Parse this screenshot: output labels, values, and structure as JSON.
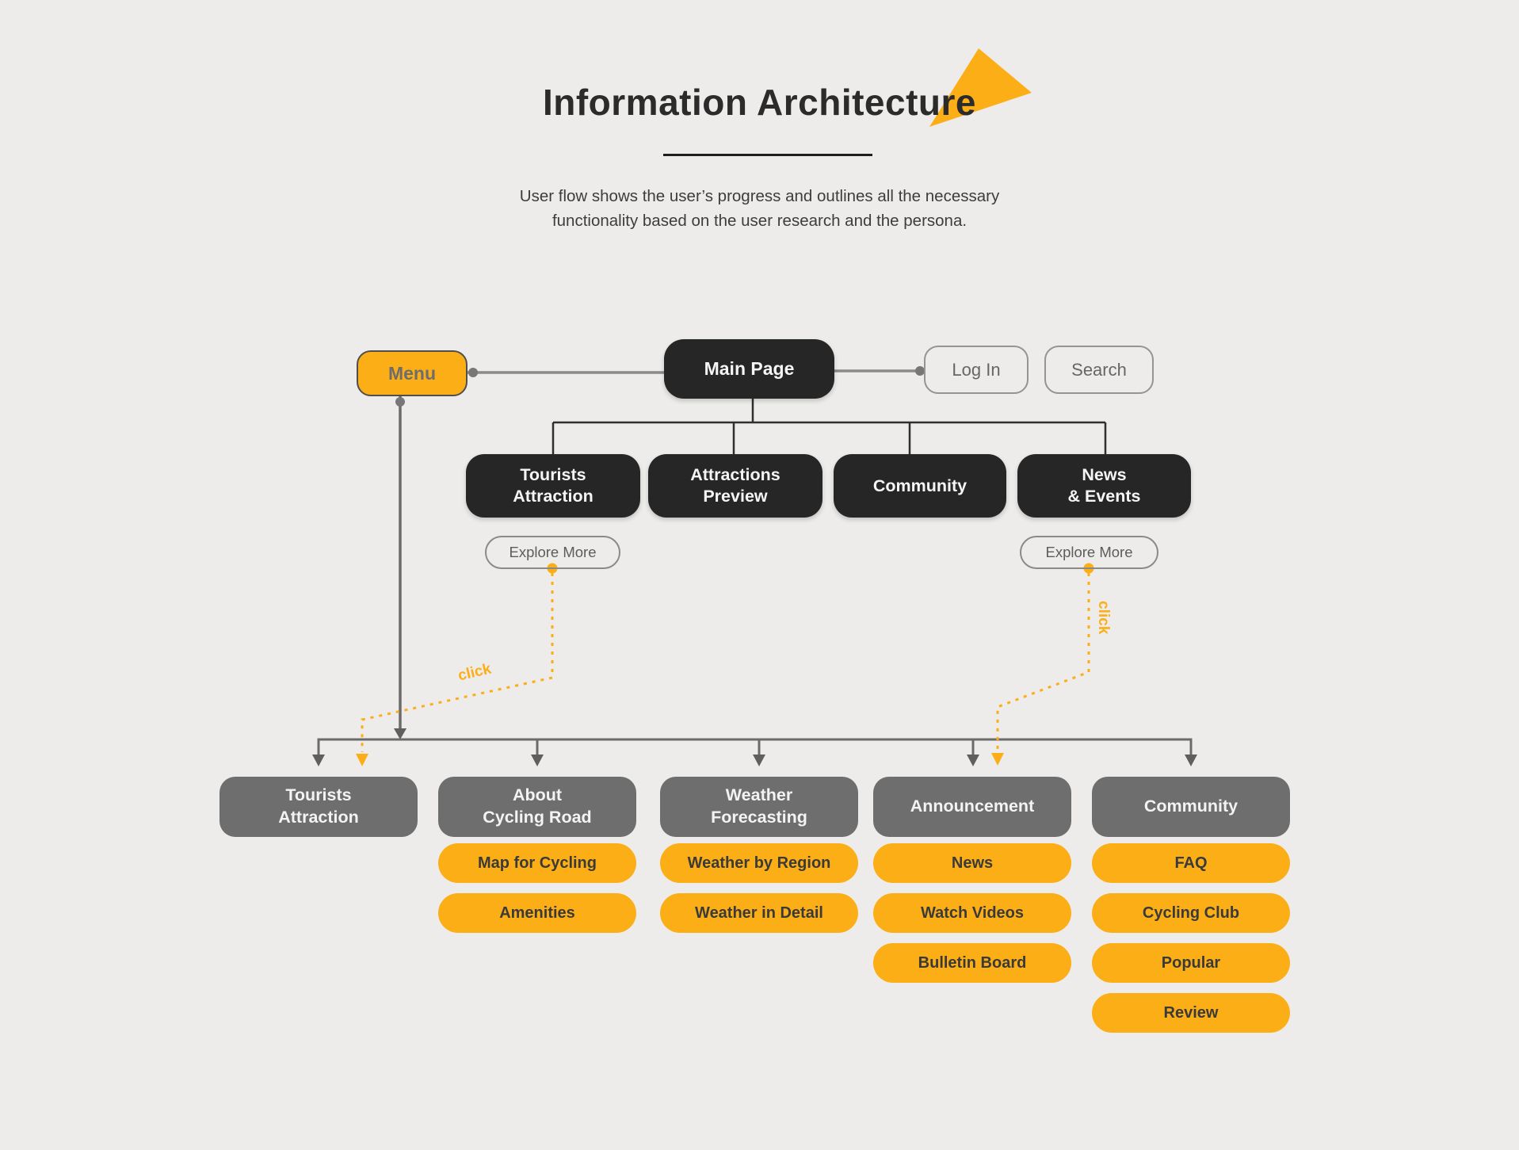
{
  "page": {
    "title": "Information Architecture",
    "subtitle1": "User flow shows the user’s progress and outlines all the necessary",
    "subtitle2": "functionality based on the user research and the persona."
  },
  "colors": {
    "accent": "#FCAE17",
    "dark": "#262626",
    "gray": "#6E6E6E",
    "background": "#EDECEA"
  },
  "nav": {
    "menu_label": "Menu",
    "main_page_label": "Main Page",
    "login_label": "Log In",
    "search_label": "Search"
  },
  "level2": {
    "items": [
      {
        "label": "Tourists\nAttraction"
      },
      {
        "label": "Attractions\nPreview"
      },
      {
        "label": "Community"
      },
      {
        "label": "News\n& Events"
      }
    ],
    "explore_left": "Explore More",
    "explore_right": "Explore More",
    "click_left": "click",
    "click_right": "click"
  },
  "level3": {
    "columns": [
      {
        "title": "Tourists\nAttraction",
        "children": []
      },
      {
        "title": "About\nCycling Road",
        "children": [
          "Map for Cycling",
          "Amenities"
        ]
      },
      {
        "title": "Weather\nForecasting",
        "children": [
          "Weather by Region",
          "Weather in Detail"
        ]
      },
      {
        "title": "Announcement",
        "children": [
          "News",
          "Watch Videos",
          "Bulletin Board"
        ]
      },
      {
        "title": "Community",
        "children": [
          "FAQ",
          "Cycling Club",
          "Popular",
          "Review"
        ]
      }
    ]
  }
}
